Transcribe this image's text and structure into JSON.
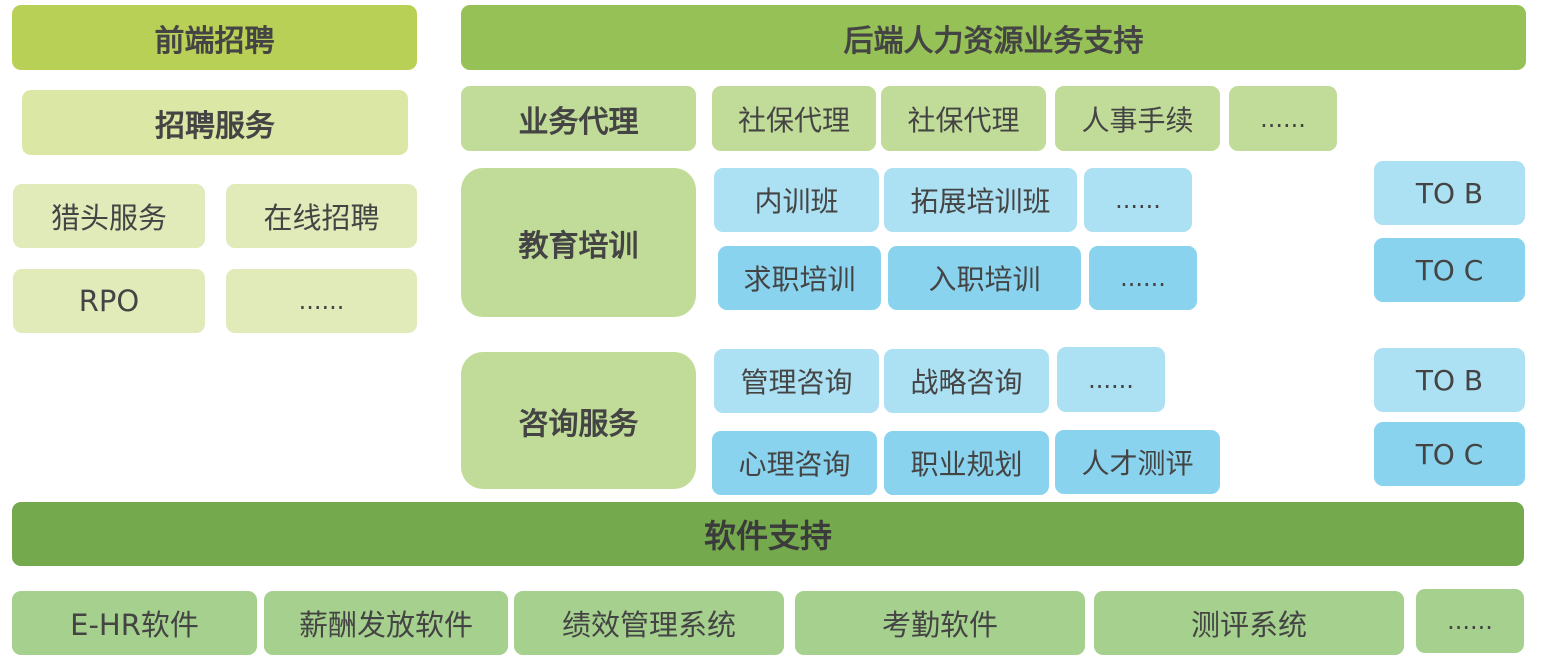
{
  "front": {
    "title": "前端招聘",
    "service": "招聘服务",
    "items": [
      "猎头服务",
      "在线招聘",
      "RPO",
      "......"
    ]
  },
  "back": {
    "title": "后端人力资源业务支持",
    "agency": {
      "label": "业务代理",
      "items": [
        "社保代理",
        "社保代理",
        "人事手续",
        "......"
      ]
    },
    "education": {
      "label": "教育培训",
      "row1": [
        "内训班",
        "拓展培训班",
        "......"
      ],
      "row2": [
        "求职培训",
        "入职培训",
        "......"
      ],
      "to_b": "TO B",
      "to_c": "TO C"
    },
    "consulting": {
      "label": "咨询服务",
      "row1": [
        "管理咨询",
        "战略咨询",
        "......"
      ],
      "row2": [
        "心理咨询",
        "职业规划",
        "人才测评"
      ],
      "to_b": "TO B",
      "to_c": "TO C"
    }
  },
  "software": {
    "title": "软件支持",
    "items": [
      "E-HR软件",
      "薪酬发放软件",
      "绩效管理系统",
      "考勤软件",
      "测评系统",
      "......"
    ]
  },
  "colors": {
    "header_green": "#b9d057",
    "back_header_green": "#96c156",
    "software_green": "#74a94e",
    "light_blue": "#ace0f3",
    "mid_blue": "#89d3ef"
  }
}
